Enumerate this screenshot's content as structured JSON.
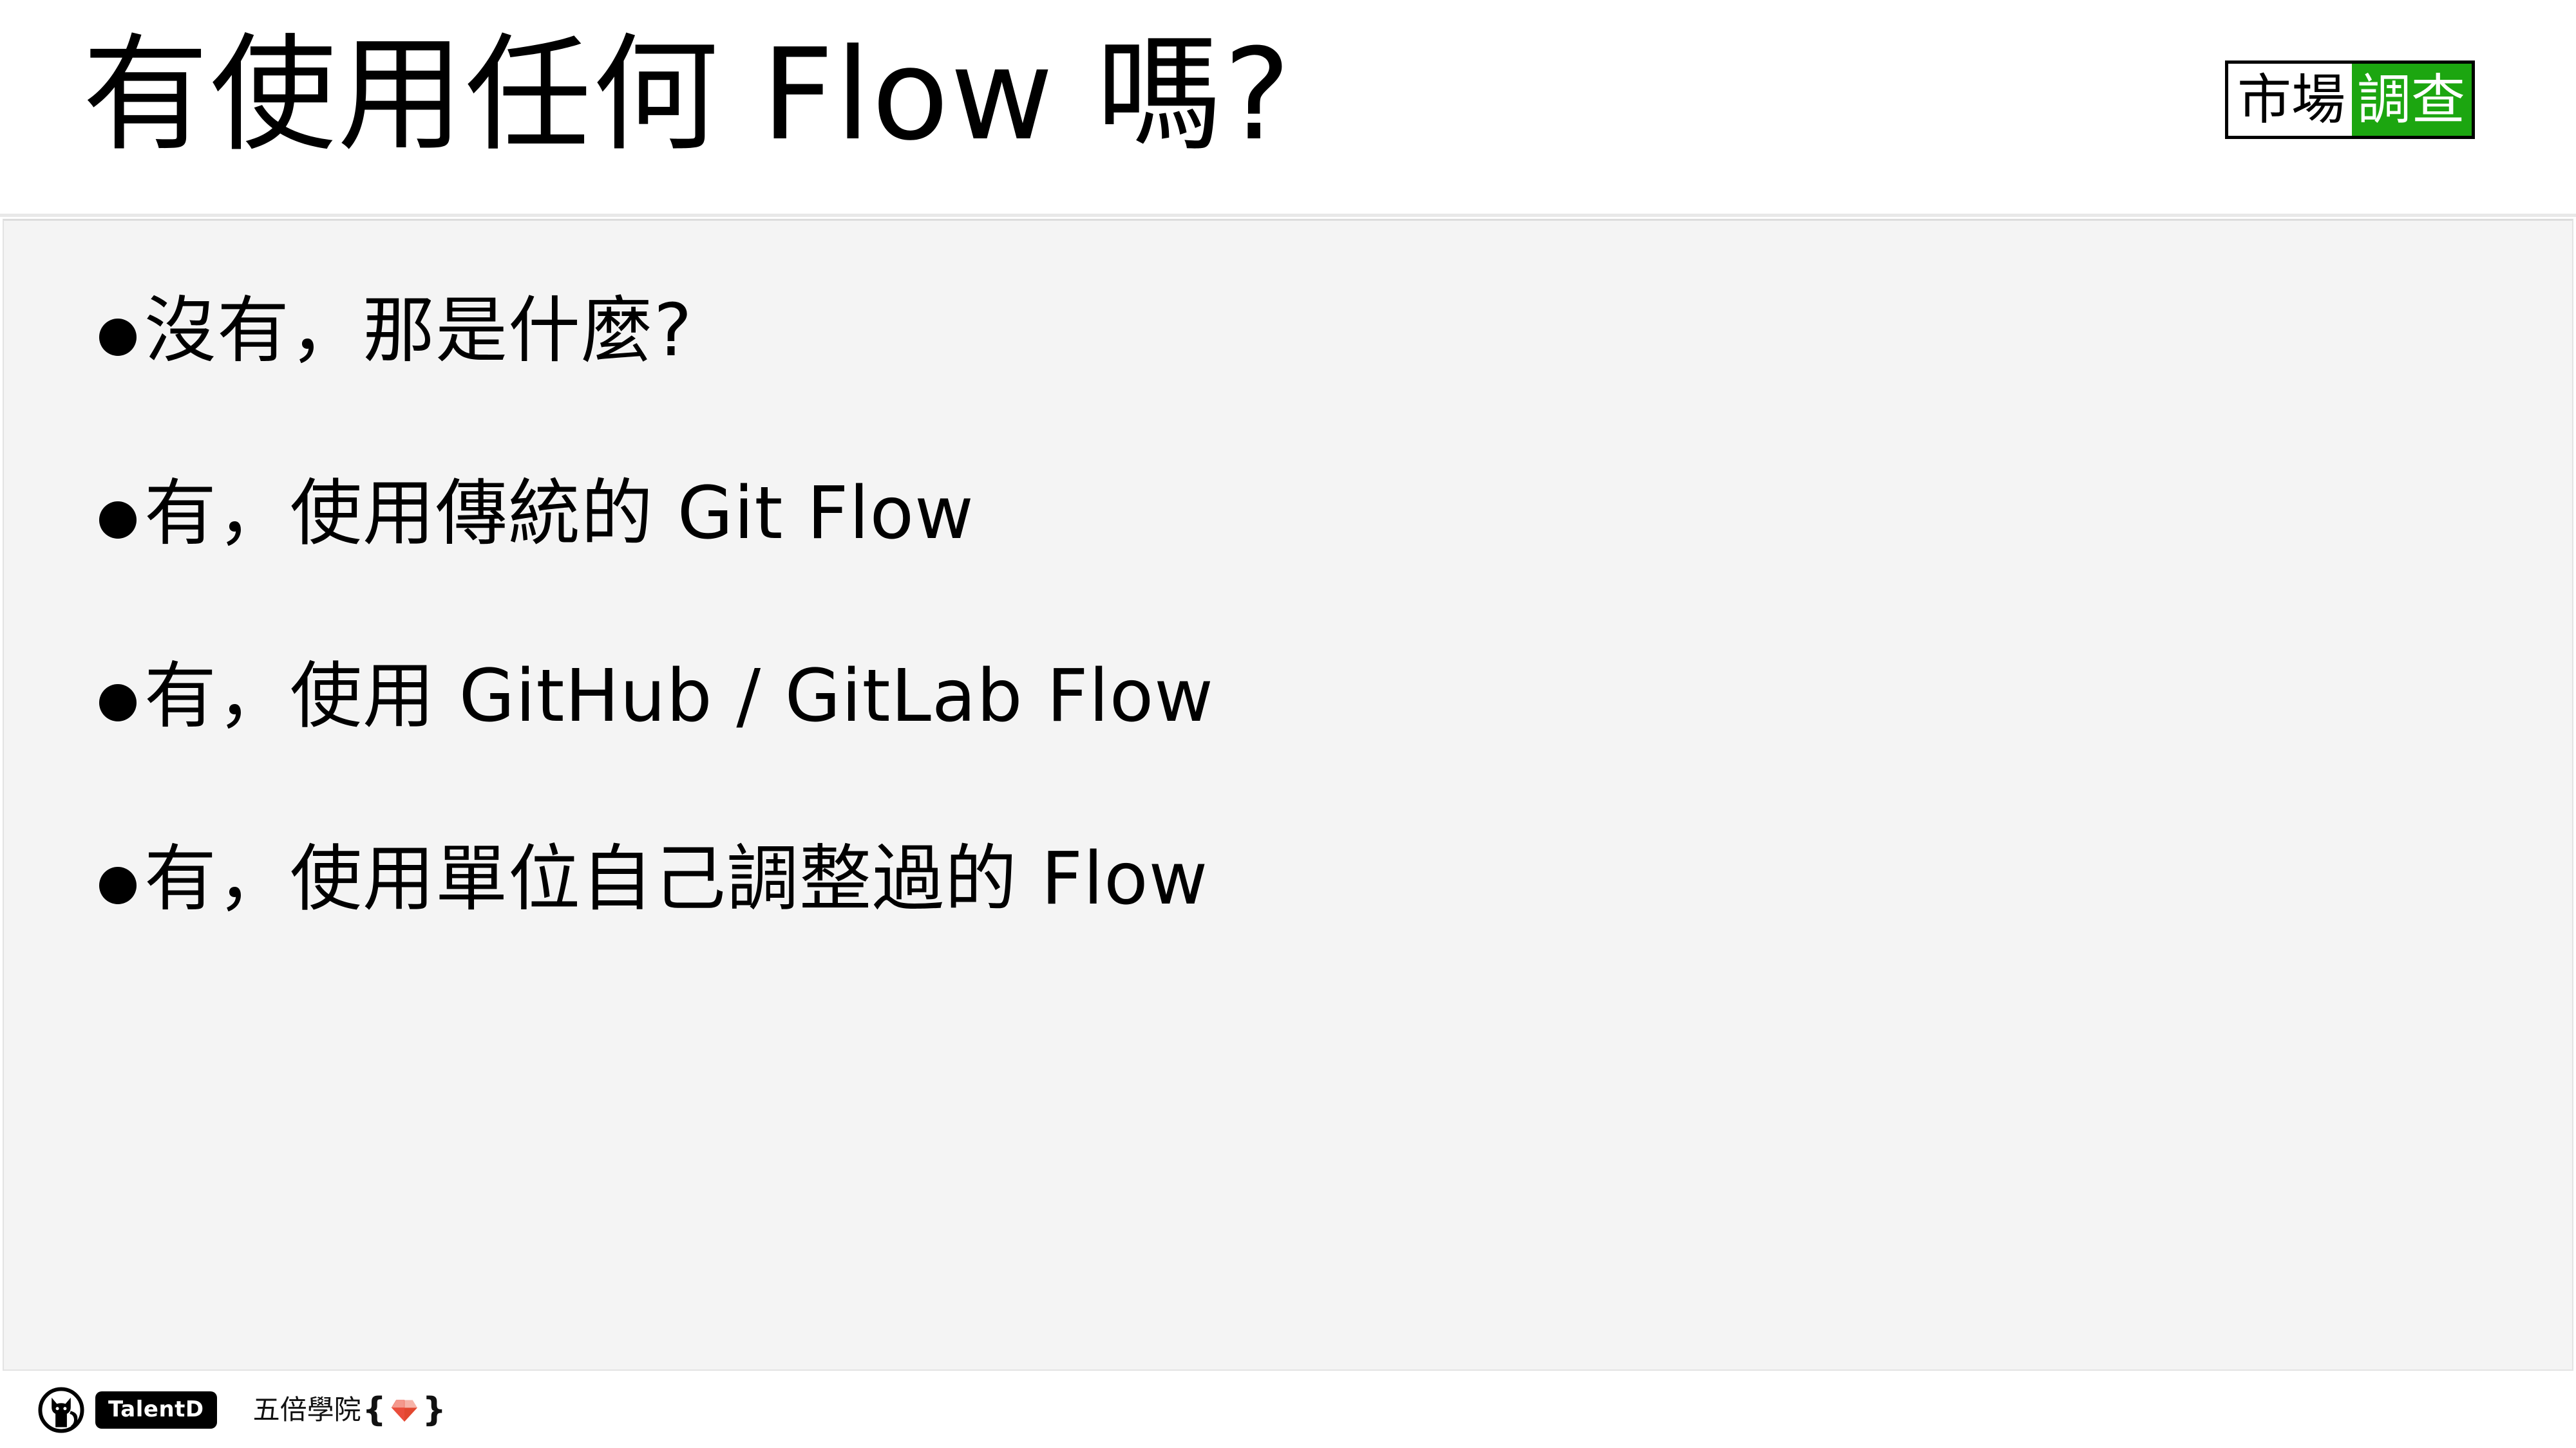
{
  "slide": {
    "title": "有使用任何 Flow 嗎?",
    "badge": {
      "plain_text": "市場",
      "accent_text": "調查",
      "accent_color": "#1ca610",
      "border_color": "#000000"
    },
    "content": {
      "background_color": "#f4f4f4",
      "bullets": [
        {
          "text": "沒有，那是什麼?"
        },
        {
          "text": "有，使用傳統的 Git Flow"
        },
        {
          "text": "有，使用 GitHub / GitLab Flow"
        },
        {
          "text": "有，使用單位自己調整過的 Flow"
        }
      ]
    },
    "footer": {
      "logo_icon": "cat-in-circle-icon",
      "brand_badge": "TalentD",
      "academy_name": "五倍學院",
      "brace_open": "{",
      "brace_close": "}",
      "gem_icon": "ruby-gem-icon",
      "gem_color": "#e9503f"
    }
  }
}
